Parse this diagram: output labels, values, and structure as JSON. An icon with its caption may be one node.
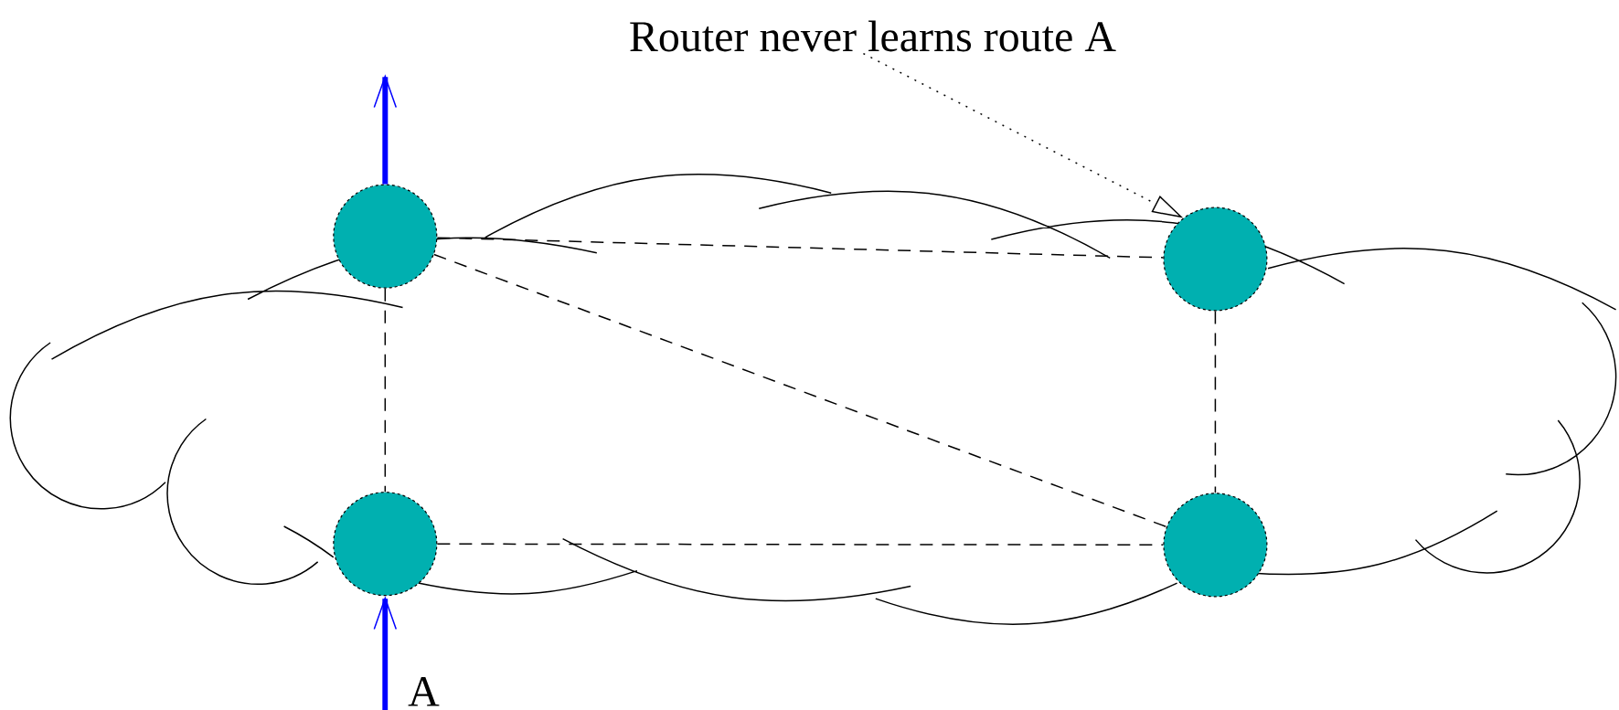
{
  "diagram": {
    "nodes": [
      {
        "text": [
          "Router never learns route A"
        ]
      },
      {
        "text": [],
        "shape": "circle"
      },
      {
        "text": [],
        "shape": "circle"
      },
      {
        "text": [],
        "shape": "circle"
      },
      {
        "text": [],
        "shape": "circle"
      }
    ],
    "edges": [
      {
        "from": 0,
        "to": 2,
        "arrow": "to",
        "style": "dashed"
      },
      {
        "from": 1,
        "to": null,
        "arrow": "to",
        "style": "thick",
        "color": "#0000ff"
      },
      {
        "from": null,
        "to": 3,
        "arrow": "to",
        "style": "thick",
        "color": "#0000ff",
        "label": "A"
      },
      {
        "from": 1,
        "to": 2,
        "arrow": "none",
        "style": "dashed"
      },
      {
        "from": 1,
        "to": 3,
        "arrow": "none",
        "style": "dashed"
      },
      {
        "from": 1,
        "to": 4,
        "arrow": "none",
        "style": "dashed"
      },
      {
        "from": 2,
        "to": 4,
        "arrow": "none",
        "style": "dashed"
      },
      {
        "from": 3,
        "to": 4,
        "arrow": "none",
        "style": "dashed"
      }
    ]
  }
}
